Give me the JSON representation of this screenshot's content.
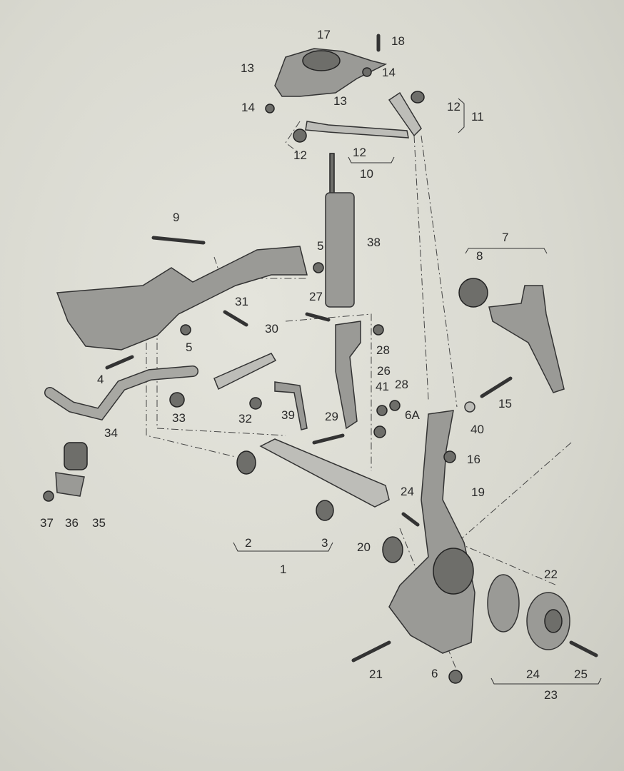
{
  "diagram": {
    "labels": [
      "17",
      "18",
      "13",
      "14",
      "13",
      "12",
      "11",
      "14",
      "12",
      "12",
      "10",
      "9",
      "7",
      "8",
      "5",
      "38",
      "27",
      "31",
      "30",
      "5",
      "28",
      "4",
      "26",
      "41",
      "28",
      "15",
      "33",
      "32",
      "39",
      "29",
      "6A",
      "40",
      "34",
      "16",
      "19",
      "24",
      "2",
      "3",
      "1",
      "20",
      "22",
      "37",
      "36",
      "35",
      "21",
      "6",
      "24",
      "25",
      "23"
    ]
  }
}
